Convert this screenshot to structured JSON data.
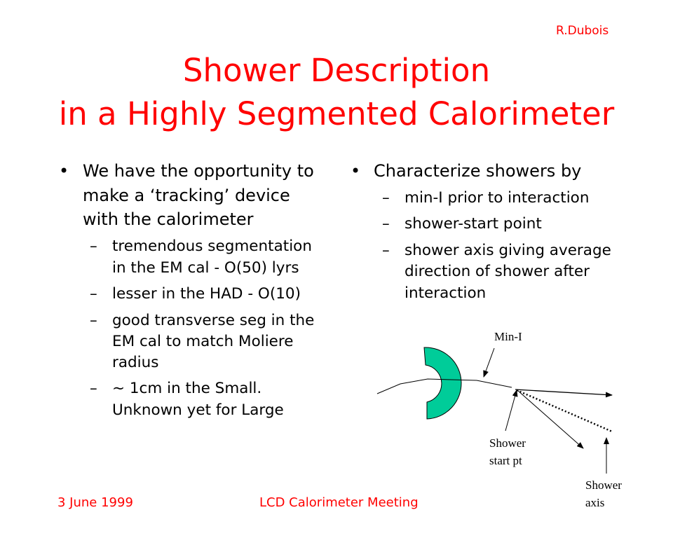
{
  "author": "R.Dubois",
  "title": [
    "Shower Description",
    "in a Highly Segmented Calorimeter"
  ],
  "left": {
    "bullet": [
      "We have the opportunity to",
      "make a ‘tracking’ device",
      "with the calorimeter"
    ],
    "subs": [
      [
        "tremendous segmentation",
        "in the EM cal - O(50) lyrs"
      ],
      [
        "lesser in the HAD - O(10)"
      ],
      [
        "good transverse seg in the",
        "EM cal to match Moliere",
        "radius"
      ],
      [
        "~ 1cm in the Small.",
        "Unknown yet for Large"
      ]
    ]
  },
  "right": {
    "bullet": "Characterize showers by",
    "subs": [
      [
        "min-I prior to interaction"
      ],
      [
        "shower-start point"
      ],
      [
        "shower axis giving average",
        "direction of shower after",
        "interaction"
      ]
    ]
  },
  "diagram": {
    "min_i": "Min-I",
    "start": [
      "Shower",
      "start pt"
    ],
    "axis": [
      "Shower",
      "axis"
    ],
    "detector_color": "#00cc99"
  },
  "footer": {
    "date": "3 June 1999",
    "meeting": "LCD Calorimeter Meeting"
  },
  "bullet_char": "•",
  "dash_char": "–"
}
